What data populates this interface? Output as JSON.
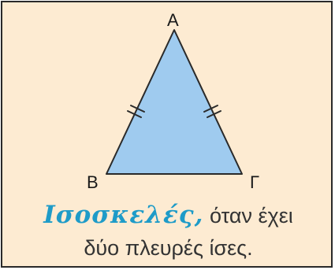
{
  "figure": {
    "vertices": {
      "top": "Α",
      "bottom_left": "Β",
      "bottom_right": "Γ"
    },
    "colors": {
      "background": "#fdebd2",
      "triangle_fill": "#9fcbef",
      "triangle_stroke": "#2a2a2a",
      "term": "#1e9bc8"
    }
  },
  "caption": {
    "term": "Ισοσκελές,",
    "line1_rest": "όταν έχει",
    "line2": "δύο πλευρές ίσες."
  }
}
